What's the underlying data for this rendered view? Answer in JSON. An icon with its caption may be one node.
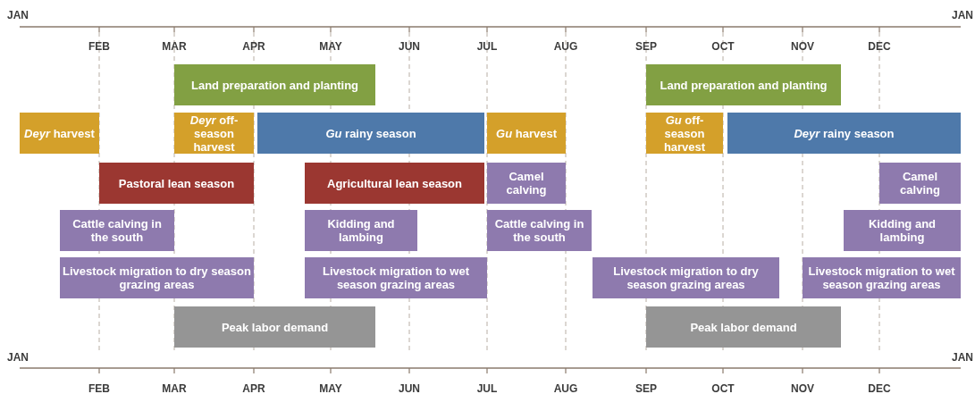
{
  "diagram": {
    "nodes": [
      {
        "text": [
          "Land preparation and planting"
        ]
      },
      {
        "text": [
          "Land preparation and planting"
        ]
      },
      {
        "text": [
          "*Deyr* harvest"
        ]
      },
      {
        "text": [
          "*Deyr* off-season harvest"
        ]
      },
      {
        "text": [
          "*Gu* rainy season"
        ]
      },
      {
        "text": [
          "*Gu* harvest"
        ]
      },
      {
        "text": [
          "*Gu* off-season harvest"
        ]
      },
      {
        "text": [
          "*Deyr* rainy season"
        ]
      },
      {
        "text": [
          "Pastoral lean season"
        ]
      },
      {
        "text": [
          "Agricultural lean season"
        ]
      },
      {
        "text": [
          "Camel calving"
        ]
      },
      {
        "text": [
          "Camel calving"
        ]
      },
      {
        "text": [
          "Cattle calving in the south"
        ]
      },
      {
        "text": [
          "Kidding and lambing"
        ]
      },
      {
        "text": [
          "Cattle calving in the south"
        ]
      },
      {
        "text": [
          "Kidding and lambing"
        ]
      },
      {
        "text": [
          "Livestock migration to dry season grazing areas"
        ]
      },
      {
        "text": [
          "Livestock migration to wet season grazing areas"
        ]
      },
      {
        "text": [
          "Livestock migration to dry season grazing areas"
        ]
      },
      {
        "text": [
          "Livestock migration to wet season grazing areas"
        ]
      },
      {
        "text": [
          "Peak labor demand"
        ]
      },
      {
        "text": [
          "Peak labor demand"
        ]
      }
    ],
    "labels": [
      "JAN",
      "JAN",
      "FEB",
      "MAR",
      "APR",
      "MAY",
      "JUN",
      "JUL",
      "AUG",
      "SEP",
      "OCT",
      "NOV",
      "DEC",
      "JAN",
      "JAN",
      "FEB",
      "MAR",
      "APR",
      "MAY",
      "JUN",
      "JUL",
      "AUG",
      "SEP",
      "OCT",
      "NOV",
      "DEC"
    ]
  }
}
